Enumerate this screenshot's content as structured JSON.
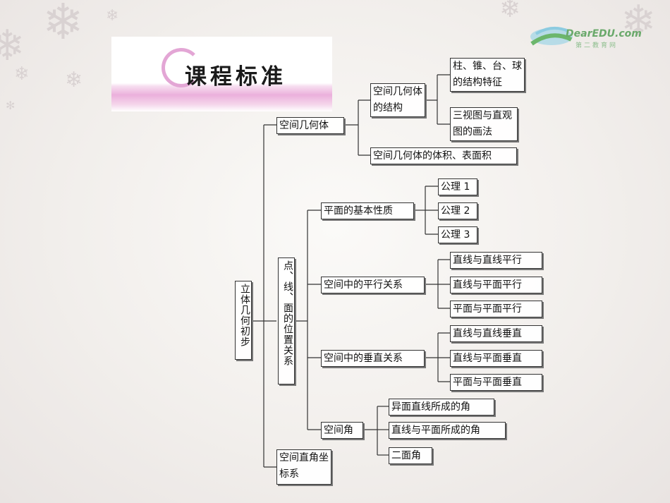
{
  "header": {
    "title": "课程标准"
  },
  "logo": {
    "brand": "DearEDU.com",
    "sub": "第二教育网"
  },
  "tree": {
    "root": "立体几何初步",
    "spatial_solid": {
      "label": "空间几何体",
      "structure": "空间几何体的结构",
      "structure_children": [
        "柱、锥、台、球的结构特征",
        "三视图与直观图的画法"
      ],
      "volume": "空间几何体的体积、表面积"
    },
    "position": {
      "label": "点、线、面的位置关系",
      "plane_properties": {
        "label": "平面的基本性质",
        "children": [
          "公理 1",
          "公理 2",
          "公理 3"
        ]
      },
      "parallel": {
        "label": "空间中的平行关系",
        "children": [
          "直线与直线平行",
          "直线与平面平行",
          "平面与平面平行"
        ]
      },
      "perpendicular": {
        "label": "空间中的垂直关系",
        "children": [
          "直线与直线垂直",
          "直线与平面垂直",
          "平面与平面垂直"
        ]
      },
      "angle": {
        "label": "空间角",
        "children": [
          "异面直线所成的角",
          "直线与平面所成的角",
          "二面角"
        ]
      }
    },
    "coordinate": "空间直角坐标系"
  }
}
